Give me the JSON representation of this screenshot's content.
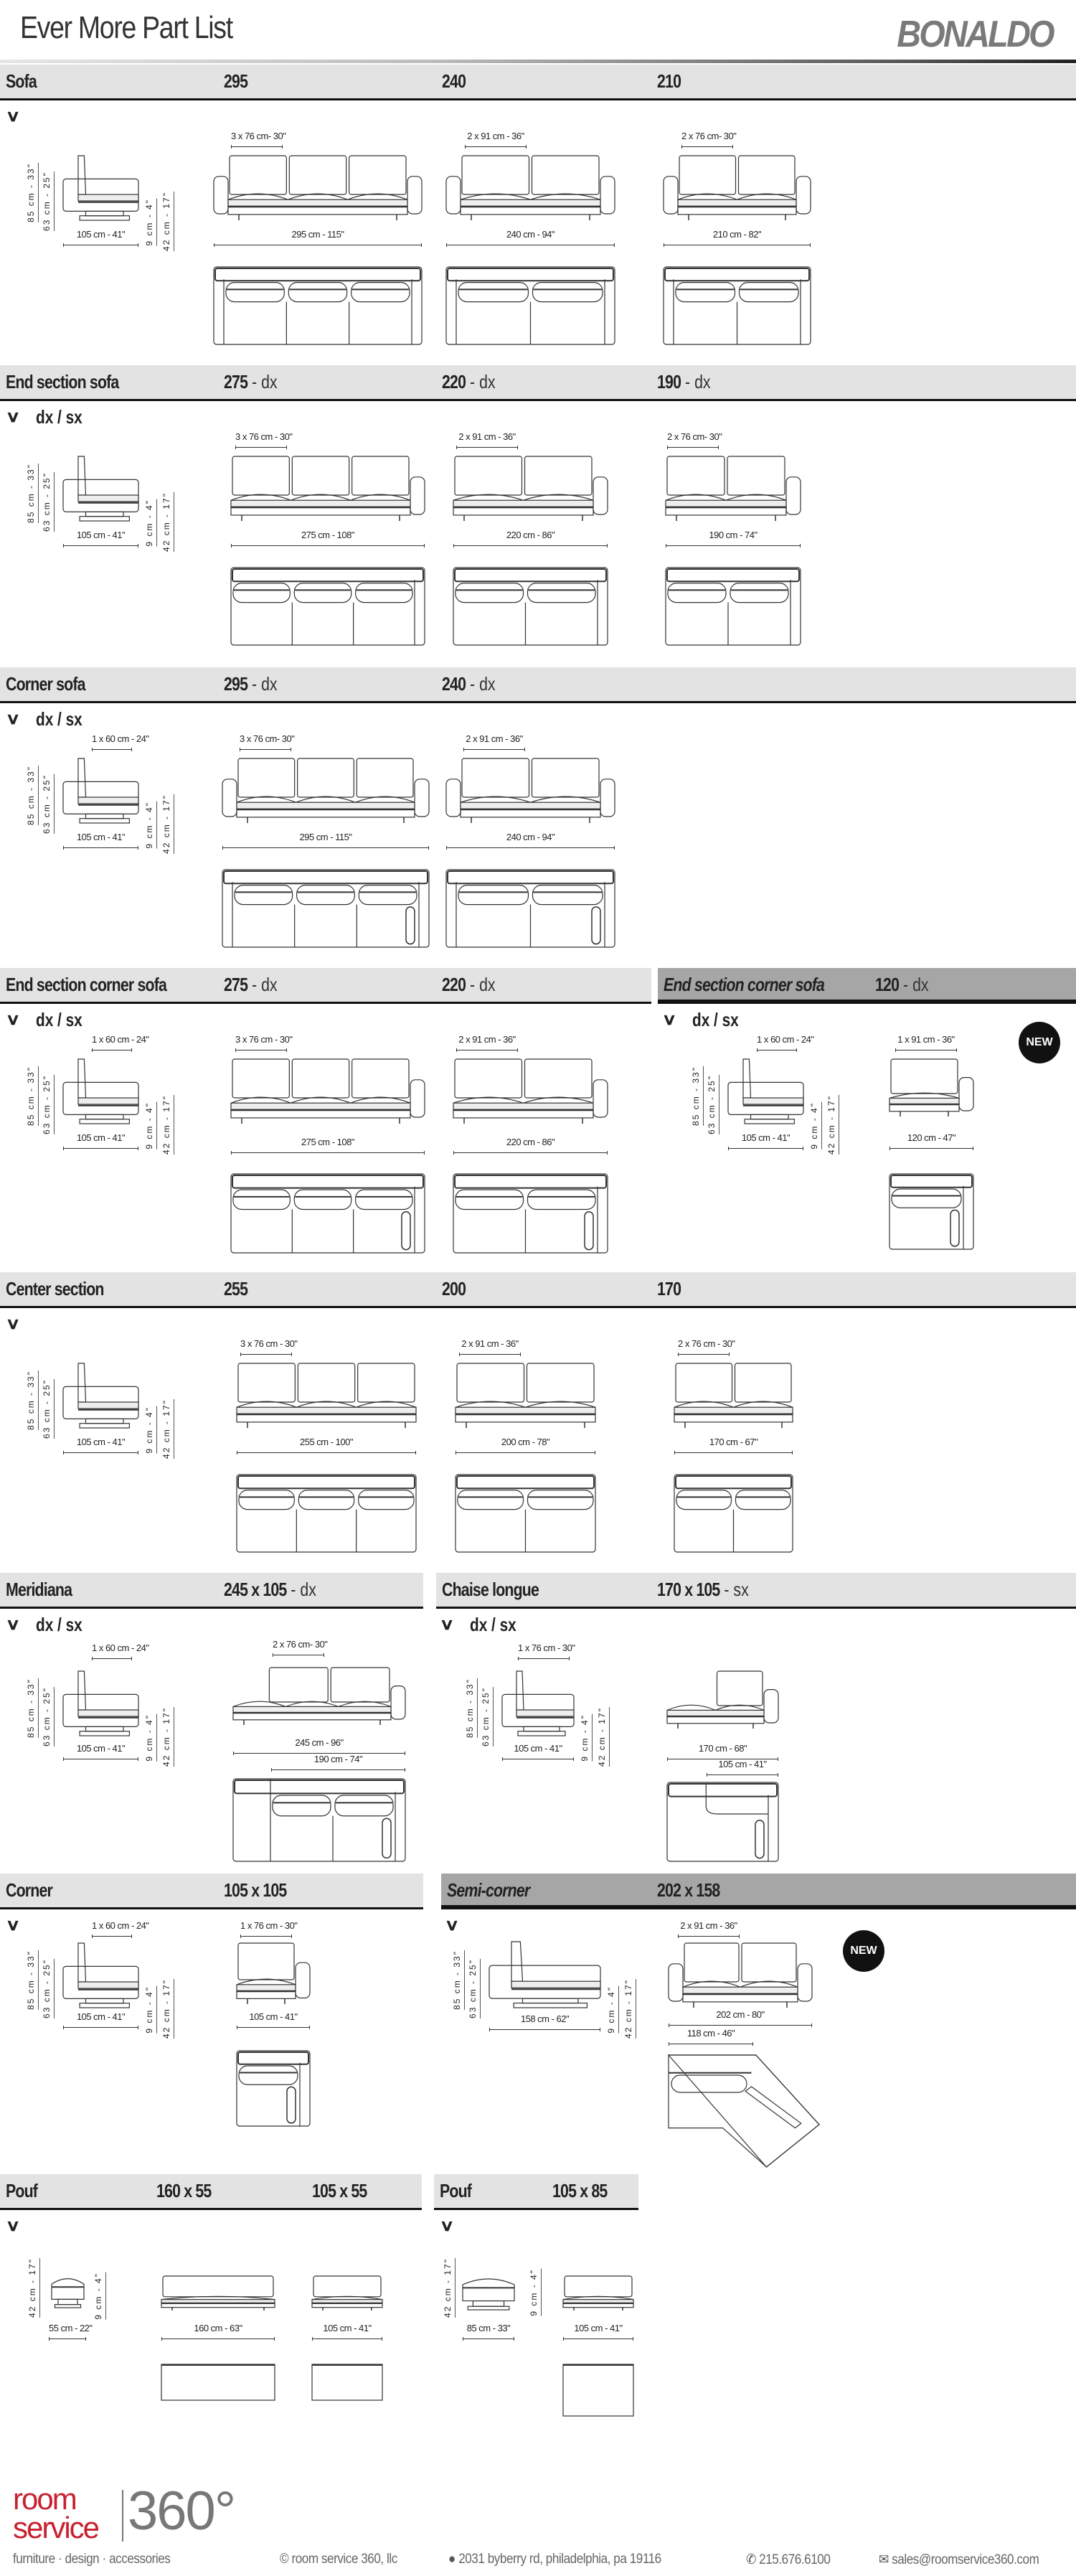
{
  "header": {
    "title": "Ever More Part List",
    "brand": "BONALDO"
  },
  "side_dims": {
    "height": "85 cm - 33\"",
    "seat_height": "63 cm - 25\"",
    "leg": "9 cm - 4\"",
    "arm_height": "42 cm - 17\"",
    "depth": "105 cm - 41\""
  },
  "sections": {
    "sofa": {
      "title": "Sofa",
      "sizes": [
        {
          "size": "295"
        },
        {
          "size": "240"
        },
        {
          "size": "210"
        }
      ],
      "seat_dims": [
        "3 x 76 cm- 30\"",
        "2 x 91 cm - 36\"",
        "2 x 76 cm- 30\""
      ],
      "widths": [
        "295 cm - 115\"",
        "240 cm - 94\"",
        "210 cm - 82\""
      ]
    },
    "end_section_sofa": {
      "title": "End section sofa",
      "variant": "dx / sx",
      "sizes": [
        {
          "size": "275",
          "suffix": " - dx"
        },
        {
          "size": "220",
          "suffix": " - dx"
        },
        {
          "size": "190",
          "suffix": " - dx"
        }
      ],
      "seat_dims": [
        "3 x 76 cm - 30\"",
        "2 x 91 cm - 36\"",
        "2 x 76 cm- 30\""
      ],
      "widths": [
        "275 cm - 108\"",
        "220 cm - 86\"",
        "190 cm - 74\""
      ]
    },
    "corner_sofa": {
      "title": "Corner sofa",
      "variant": "dx / sx",
      "sizes": [
        {
          "size": "295",
          "suffix": " - dx"
        },
        {
          "size": "240",
          "suffix": " - dx"
        }
      ],
      "arm_dim": "1 x 60 cm - 24\"",
      "seat_dims": [
        "3 x 76 cm- 30\"",
        "2 x 91 cm - 36\""
      ],
      "widths": [
        "295 cm - 115\"",
        "240 cm - 94\""
      ]
    },
    "end_section_corner_sofa": {
      "title": "End section corner sofa",
      "variant": "dx / sx",
      "sizes": [
        {
          "size": "275",
          "suffix": " - dx"
        },
        {
          "size": "220",
          "suffix": " - dx"
        }
      ],
      "arm_dim": "1 x 60 cm - 24\"",
      "seat_dims": [
        "3 x 76 cm - 30\"",
        "2 x 91 cm - 36\""
      ],
      "widths": [
        "275 cm - 108\"",
        "220 cm - 86\""
      ]
    },
    "end_section_corner_sofa_120": {
      "title": "End section corner sofa",
      "variant": "dx / sx",
      "badge": "NEW",
      "sizes": [
        {
          "size": "120",
          "suffix": " - dx"
        }
      ],
      "arm_dim": "1 x 60 cm - 24\"",
      "seat_dims": [
        "1 x 91 cm - 36\""
      ],
      "widths": [
        "120 cm - 47\""
      ]
    },
    "center_section": {
      "title": "Center section",
      "sizes": [
        {
          "size": "255"
        },
        {
          "size": "200"
        },
        {
          "size": "170"
        }
      ],
      "seat_dims": [
        "3 x 76 cm - 30\"",
        "2 x 91 cm - 36\"",
        "2 x 76 cm - 30\""
      ],
      "widths": [
        "255 cm - 100\"",
        "200 cm - 78\"",
        "170 cm - 67\""
      ]
    },
    "meridiana": {
      "title": "Meridiana",
      "variant": "dx / sx",
      "sizes": [
        {
          "size": "245 x 105",
          "suffix": " - dx"
        }
      ],
      "arm_dim": "1 x 60 cm - 24\"",
      "seat_dims": [
        "2 x 76 cm- 30\""
      ],
      "widths": [
        "245 cm - 96\"",
        "190 cm - 74\""
      ]
    },
    "chaise_longue": {
      "title": "Chaise longue",
      "variant": "dx / sx",
      "sizes": [
        {
          "size": "170 x 105",
          "suffix": " - sx"
        }
      ],
      "arm_dim": "1 x 76 cm - 30\"",
      "widths": [
        "170 cm - 68\"",
        "105 cm - 41\""
      ]
    },
    "corner": {
      "title": "Corner",
      "sizes": [
        {
          "size": "105 x 105"
        }
      ],
      "arm_dim": "1 x 60 cm - 24\"",
      "seat_dims": [
        "1 x 76 cm - 30\""
      ],
      "widths": [
        "105 cm - 41\""
      ]
    },
    "semi_corner": {
      "title": "Semi-corner",
      "badge": "NEW",
      "sizes": [
        {
          "size": "202 x 158"
        }
      ],
      "seat_dims": [
        "2 x 91 cm - 36\""
      ],
      "side_width": "158 cm - 62\"",
      "widths": [
        "202 cm - 80\"",
        "118 cm - 46\""
      ]
    },
    "pouf": {
      "title": "Pouf",
      "sizes": [
        {
          "size": "160 x 55"
        },
        {
          "size": "105 x 55"
        }
      ],
      "side_width": "55 cm - 22\"",
      "widths": [
        "160 cm - 63\"",
        "105 cm - 41\""
      ]
    },
    "pouf_85": {
      "title": "Pouf",
      "sizes": [
        {
          "size": "105 x 85"
        }
      ],
      "side_width": "85 cm - 33\"",
      "widths": [
        "105 cm - 41\""
      ]
    }
  },
  "footer": {
    "logo_room": "room",
    "logo_service": "service",
    "logo_360": "360°",
    "tagline": "furniture  ·  design  ·  accessories",
    "copyright": "© room service 360, llc",
    "address": "2031 byberry rd, philadelphia, pa 19116",
    "phone": "215.676.6100",
    "email": "sales@roomservice360.com",
    "logo_red": "#c8202f",
    "logo_gray": "#777777"
  }
}
